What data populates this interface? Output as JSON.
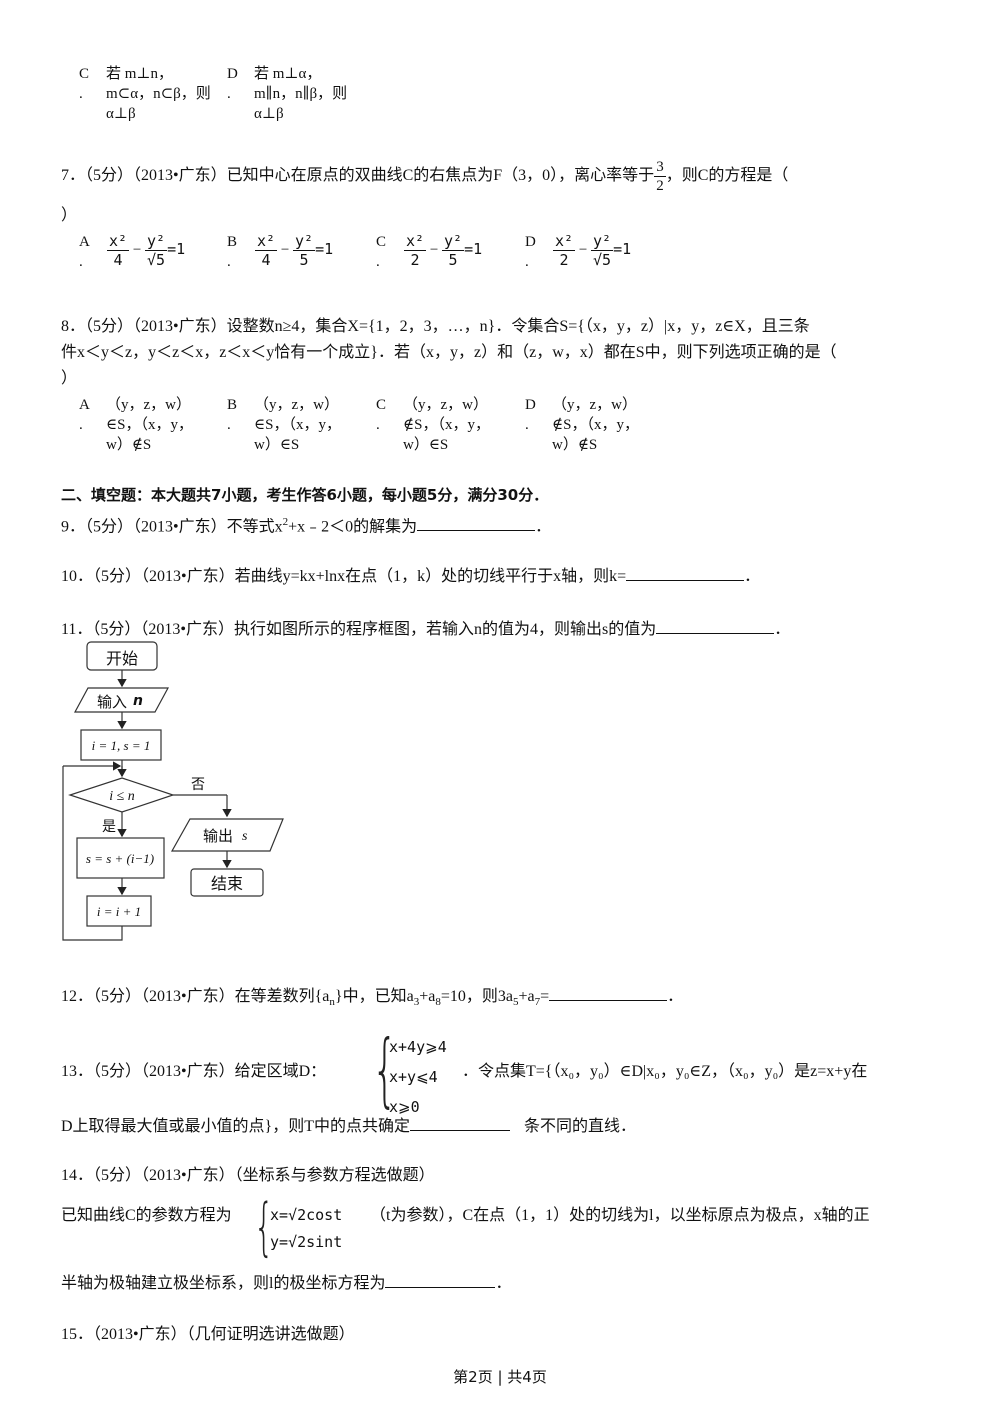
{
  "page": {
    "footer": "第2页 | 共4页"
  },
  "q6_options": {
    "C": {
      "letter": "C",
      "dot": ".",
      "lines": [
        "若 m⊥n，",
        "m⊂α，n⊂β，则",
        "α⊥β"
      ]
    },
    "D": {
      "letter": "D",
      "dot": ".",
      "lines": [
        "若 m⊥α，",
        "m∥n，n∥β，则",
        "α⊥β"
      ]
    }
  },
  "q7": {
    "prefix": "7．（5分）（2013•广东）已知中心在原点的双曲线C的右焦点为F（3，0），离心率等于",
    "frac_num": "3",
    "frac_den": "2",
    "suffix": "，则C的方程是（",
    "close": "）",
    "options": [
      {
        "letter": "A",
        "dot": ".",
        "num1": "x²",
        "den1": "4",
        "num2": "y²",
        "den2": "√5",
        "eq": "=1"
      },
      {
        "letter": "B",
        "dot": ".",
        "num1": "x²",
        "den1": "4",
        "num2": "y²",
        "den2": "5",
        "eq": "=1"
      },
      {
        "letter": "C",
        "dot": ".",
        "num1": "x²",
        "den1": "2",
        "num2": "y²",
        "den2": "5",
        "eq": "=1"
      },
      {
        "letter": "D",
        "dot": ".",
        "num1": "x²",
        "den1": "2",
        "num2": "y²",
        "den2": "√5",
        "eq": "=1"
      }
    ]
  },
  "q8": {
    "line1": "8．（5分）（2013•广东）设整数n≥4，集合X={1，2，3，…，n}．令集合S={（x，y，z）|x，y，z∈X，且三条",
    "line2": "件x＜y＜z，y＜z＜x，z＜x＜y恰有一个成立}．若（x，y，z）和（z，w，x）都在S中，则下列选项正确的是（",
    "close": "）",
    "options": [
      {
        "letter": "A",
        "dot": ".",
        "lines": [
          "（y，z，w）",
          "∈S，（x，y，",
          "w）∉S"
        ]
      },
      {
        "letter": "B",
        "dot": ".",
        "lines": [
          "（y，z，w）",
          "∈S，（x，y，",
          "w）∈S"
        ]
      },
      {
        "letter": "C",
        "dot": ".",
        "lines": [
          "（y，z，w）",
          "∉S，（x，y，",
          "w）∈S"
        ]
      },
      {
        "letter": "D",
        "dot": ".",
        "lines": [
          "（y，z，w）",
          "∉S，（x，y，",
          "w）∉S"
        ]
      }
    ]
  },
  "section2": {
    "heading": "二、填空题：本大题共7小题，考生作答6小题，每小题5分，满分30分．"
  },
  "q9": {
    "prefix": "9．（5分）（2013•广东）不等式x",
    "sup": "2",
    "mid": "+x﹣2＜0的解集为",
    "suffix": "．"
  },
  "q10": {
    "prefix": "10．（5分）（2013•广东）若曲线y=kx+lnx在点（1，k）处的切线平行于x轴，则k=",
    "suffix": "．"
  },
  "q11": {
    "prefix": "11．（5分）（2013•广东）执行如图所示的程序框图，若输入n的值为4，则输出s的值为",
    "suffix": "．",
    "flowchart": {
      "start": "开始",
      "input": "输入",
      "input_var": "n",
      "init": "i = 1, s = 1",
      "condition": "i ≤ n",
      "no_label": "否",
      "yes_label": "是",
      "output": "输出",
      "output_var": "s",
      "update_s": "s = s + (i−1)",
      "update_i": "i = i + 1",
      "end": "结束"
    }
  },
  "q12": {
    "prefix": "12．（5分）（2013•广东）在等差数列{a",
    "sub_n": "n",
    "mid1": "}中，已知a",
    "sub1": "3",
    "mid2": "+a",
    "sub2": "8",
    "mid3": "=10，则3a",
    "sub3": "5",
    "mid4": "+a",
    "sub4": "7",
    "mid5": "=",
    "suffix": "．"
  },
  "q13": {
    "prefix": "13．（5分）（2013•广东）给定区域D：",
    "system": [
      "x+4y⩾4",
      "x+y⩽4",
      "x⩾0"
    ],
    "after": "．令点集T={（x₀，y₀）∈D|x₀，y₀∈Z，（x₀，y₀）是z=x+y在",
    "line2_prefix": "D上取得最大值或最小值的点}，则T中的点共确定",
    "line2_suffix": "条不同的直线．"
  },
  "q14": {
    "header": "14．（5分）（2013•广东）（坐标系与参数方程选做题）",
    "line2_prefix": "已知曲线C的参数方程为",
    "system": [
      "x=√2cost",
      "y=√2sint"
    ],
    "line2_after": "（t为参数），C在点（1，1）处的切线为l，以坐标原点为极点，x轴的正",
    "line3_prefix": "半轴为极轴建立极坐标系，则l的极坐标方程为",
    "suffix": "．"
  },
  "q15": {
    "header": "15．（2013•广东）（几何证明选讲选做题）"
  }
}
